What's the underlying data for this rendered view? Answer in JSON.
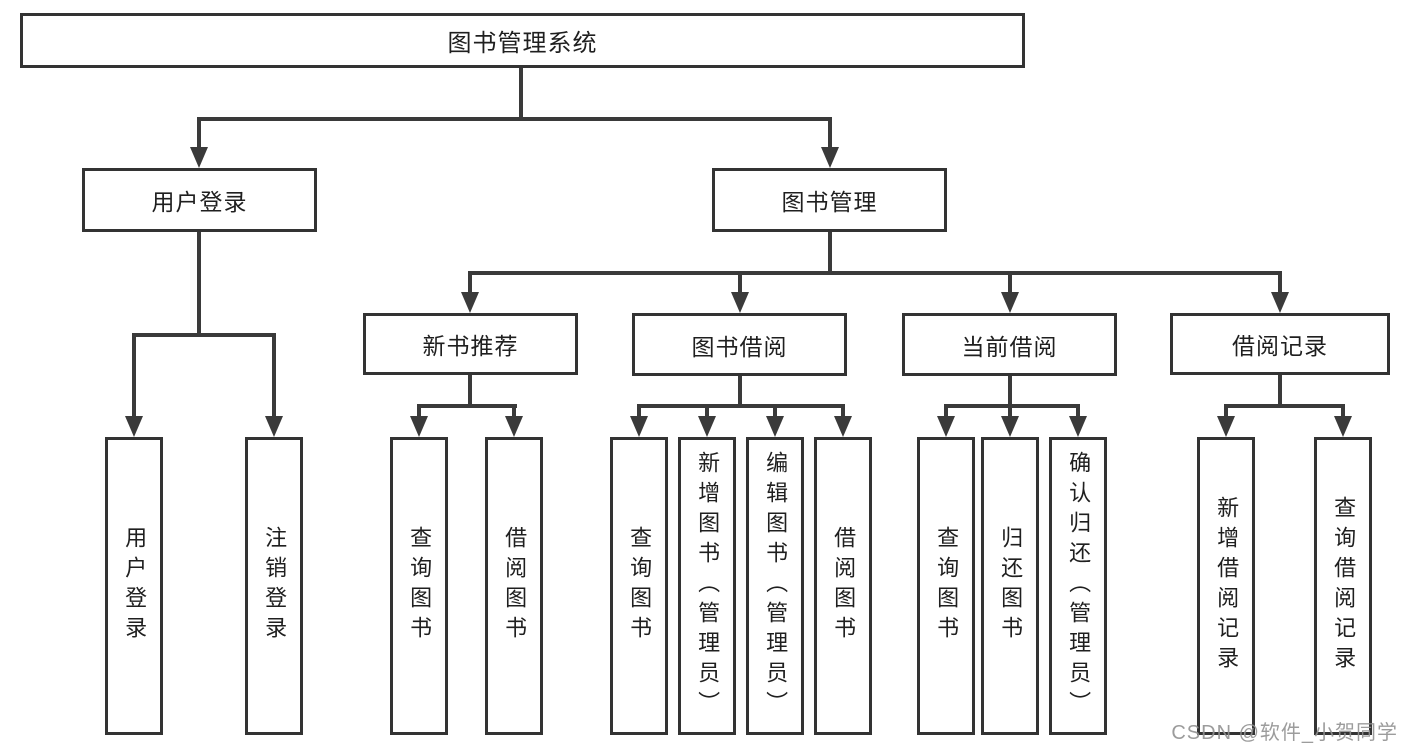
{
  "root": {
    "label": "图书管理系统"
  },
  "branches": {
    "user_login": {
      "label": "用户登录",
      "children": [
        {
          "label": "用户登录"
        },
        {
          "label": "注销登录"
        }
      ]
    },
    "book_management": {
      "label": "图书管理",
      "children": [
        {
          "label": "新书推荐",
          "children": [
            {
              "label": "查询图书"
            },
            {
              "label": "借阅图书"
            }
          ]
        },
        {
          "label": "图书借阅",
          "children": [
            {
              "label": "查询图书"
            },
            {
              "label": "新增图书（管理员）"
            },
            {
              "label": "编辑图书（管理员）"
            },
            {
              "label": "借阅图书"
            }
          ]
        },
        {
          "label": "当前借阅",
          "children": [
            {
              "label": "查询图书"
            },
            {
              "label": "归还图书"
            },
            {
              "label": "确认归还（管理员）"
            }
          ]
        },
        {
          "label": "借阅记录",
          "children": [
            {
              "label": "新增借阅记录"
            },
            {
              "label": "查询借阅记录"
            }
          ]
        }
      ]
    }
  },
  "watermark": "CSDN @软件_小贺同学",
  "colors": {
    "line": "#3a3a3a",
    "border": "#333333",
    "text": "#1f1f1f",
    "watermark": "#919191",
    "background": "#ffffff"
  }
}
